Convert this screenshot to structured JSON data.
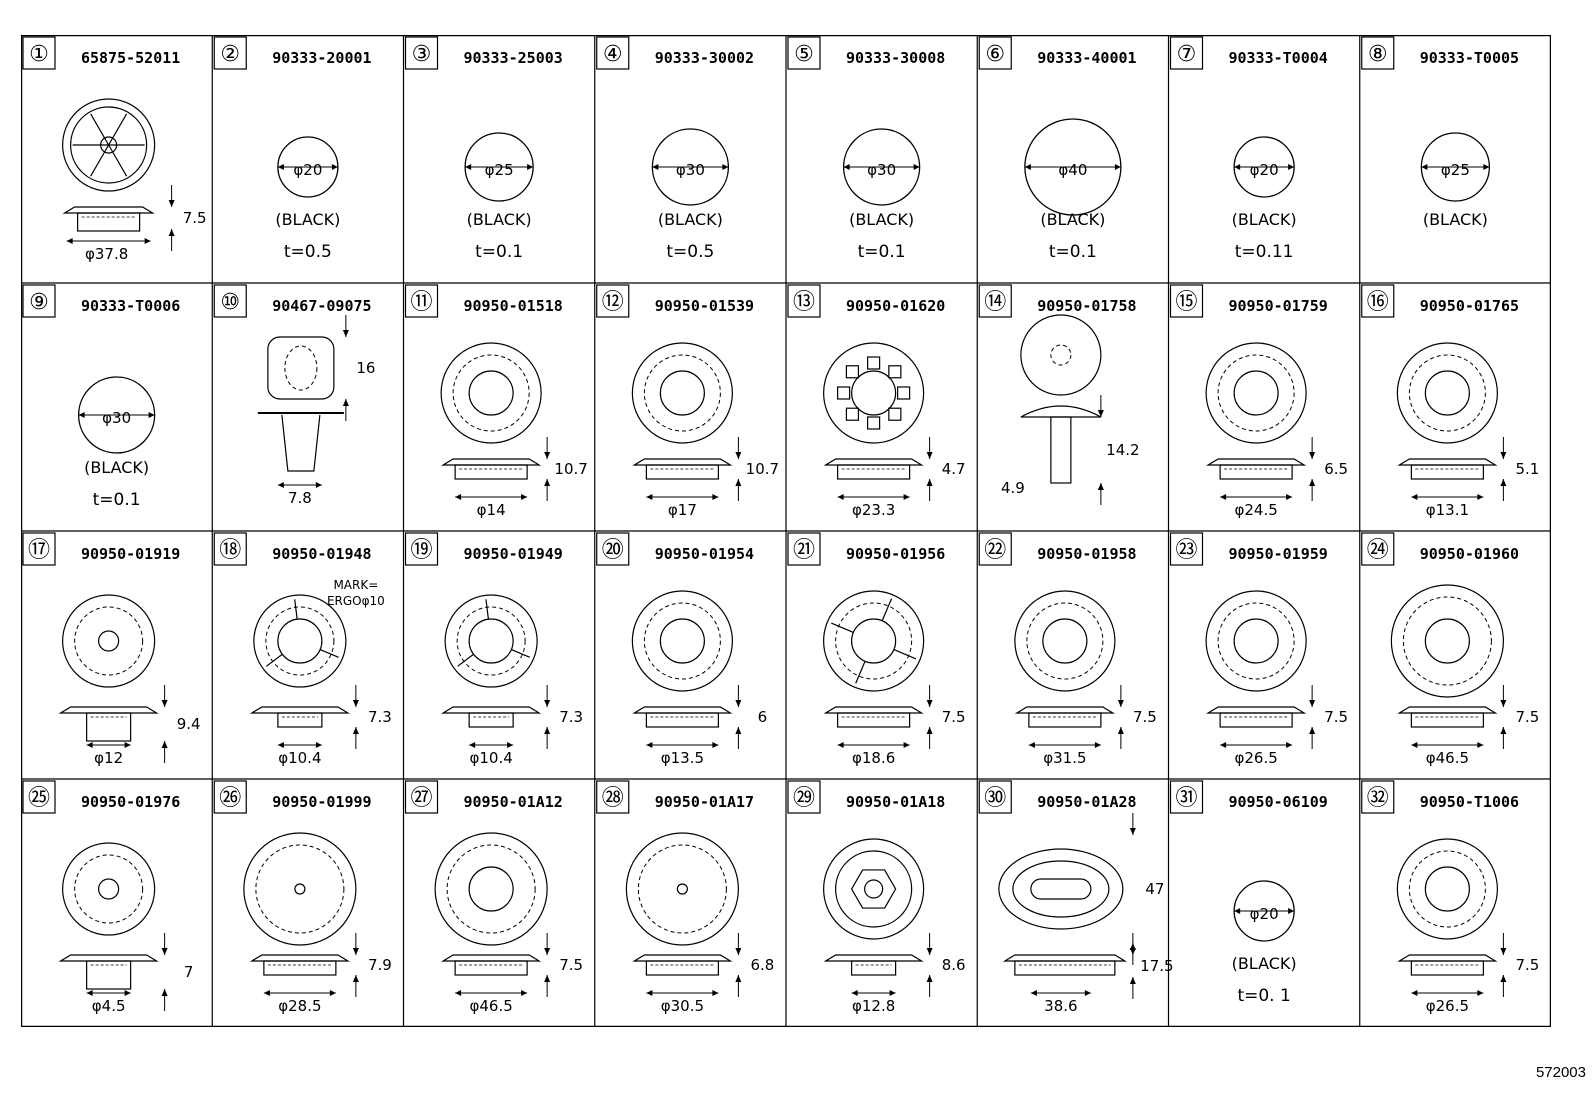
{
  "footer_code": "572003",
  "parts": [
    {
      "idx": "①",
      "pn": "65875-52011",
      "fig": "grommet_spokes",
      "dims": [
        "φ37.8",
        "7.5"
      ],
      "note": "",
      "t": ""
    },
    {
      "idx": "②",
      "pn": "90333-20001",
      "fig": "disk",
      "dims": [
        "φ20"
      ],
      "note": "(BLACK)",
      "t": "t=0.5"
    },
    {
      "idx": "③",
      "pn": "90333-25003",
      "fig": "disk",
      "dims": [
        "φ25"
      ],
      "note": "(BLACK)",
      "t": "t=0.1"
    },
    {
      "idx": "④",
      "pn": "90333-30002",
      "fig": "disk",
      "dims": [
        "φ30"
      ],
      "note": "(BLACK)",
      "t": "t=0.5"
    },
    {
      "idx": "⑤",
      "pn": "90333-30008",
      "fig": "disk",
      "dims": [
        "φ30"
      ],
      "note": "(BLACK)",
      "t": "t=0.1"
    },
    {
      "idx": "⑥",
      "pn": "90333-40001",
      "fig": "disk_large",
      "dims": [
        "φ40"
      ],
      "note": "(BLACK)",
      "t": "t=0.1"
    },
    {
      "idx": "⑦",
      "pn": "90333-T0004",
      "fig": "disk",
      "dims": [
        "φ20"
      ],
      "note": "(BLACK)",
      "t": "t=0.11"
    },
    {
      "idx": "⑧",
      "pn": "90333-T0005",
      "fig": "disk",
      "dims": [
        "φ25"
      ],
      "note": "(BLACK)",
      "t": ""
    },
    {
      "idx": "⑨",
      "pn": "90333-T0006",
      "fig": "disk",
      "dims": [
        "φ30"
      ],
      "note": "(BLACK)",
      "t": "t=0.1"
    },
    {
      "idx": "⑩",
      "pn": "90467-09075",
      "fig": "clip",
      "dims": [
        "16",
        "7.8"
      ],
      "note": "",
      "t": ""
    },
    {
      "idx": "⑪",
      "pn": "90950-01518",
      "fig": "plug",
      "dims": [
        "10.7",
        "φ14"
      ],
      "note": "",
      "t": ""
    },
    {
      "idx": "⑫",
      "pn": "90950-01539",
      "fig": "plug",
      "dims": [
        "10.7",
        "φ17"
      ],
      "note": "",
      "t": ""
    },
    {
      "idx": "⑬",
      "pn": "90950-01620",
      "fig": "gear",
      "dims": [
        "4.7",
        "φ23.3"
      ],
      "note": "",
      "t": ""
    },
    {
      "idx": "⑭",
      "pn": "90950-01758",
      "fig": "pushpin",
      "dims": [
        "14.2",
        "4.9"
      ],
      "note": "",
      "t": ""
    },
    {
      "idx": "⑮",
      "pn": "90950-01759",
      "fig": "ring",
      "dims": [
        "6.5",
        "φ24.5"
      ],
      "note": "",
      "t": ""
    },
    {
      "idx": "⑯",
      "pn": "90950-01765",
      "fig": "ring",
      "dims": [
        "5.1",
        "φ13.1"
      ],
      "note": "",
      "t": ""
    },
    {
      "idx": "⑰",
      "pn": "90950-01919",
      "fig": "tall",
      "dims": [
        "9.4",
        "φ12"
      ],
      "note": "",
      "t": ""
    },
    {
      "idx": "⑱",
      "pn": "90950-01948",
      "fig": "slotted",
      "dims": [
        "7.3",
        "φ10.4"
      ],
      "note": "MARK=\nERGOφ10",
      "t": ""
    },
    {
      "idx": "⑲",
      "pn": "90950-01949",
      "fig": "slotted",
      "dims": [
        "7.3",
        "φ10.4"
      ],
      "note": "",
      "t": ""
    },
    {
      "idx": "⑳",
      "pn": "90950-01954",
      "fig": "ring",
      "dims": [
        "6",
        "φ13.5"
      ],
      "note": "",
      "t": ""
    },
    {
      "idx": "㉑",
      "pn": "90950-01956",
      "fig": "ring4",
      "dims": [
        "7.5",
        "φ18.6"
      ],
      "note": "",
      "t": ""
    },
    {
      "idx": "㉒",
      "pn": "90950-01958",
      "fig": "ring",
      "dims": [
        "7.5",
        "φ31.5"
      ],
      "note": "",
      "t": ""
    },
    {
      "idx": "㉓",
      "pn": "90950-01959",
      "fig": "ring",
      "dims": [
        "7.5",
        "φ26.5"
      ],
      "note": "",
      "t": ""
    },
    {
      "idx": "㉔",
      "pn": "90950-01960",
      "fig": "ring_large",
      "dims": [
        "7.5",
        "φ46.5"
      ],
      "note": "",
      "t": ""
    },
    {
      "idx": "㉕",
      "pn": "90950-01976",
      "fig": "tall",
      "dims": [
        "7",
        "φ4.5"
      ],
      "note": "",
      "t": ""
    },
    {
      "idx": "㉖",
      "pn": "90950-01999",
      "fig": "ring_dot",
      "dims": [
        "7.9",
        "φ28.5"
      ],
      "note": "",
      "t": ""
    },
    {
      "idx": "㉗",
      "pn": "90950-01A12",
      "fig": "ring_large",
      "dims": [
        "7.5",
        "φ46.5"
      ],
      "note": "",
      "t": ""
    },
    {
      "idx": "㉘",
      "pn": "90950-01A17",
      "fig": "ring_dot",
      "dims": [
        "6.8",
        "φ30.5"
      ],
      "note": "",
      "t": ""
    },
    {
      "idx": "㉙",
      "pn": "90950-01A18",
      "fig": "hex",
      "dims": [
        "8.6",
        "φ12.8"
      ],
      "note": "",
      "t": ""
    },
    {
      "idx": "㉚",
      "pn": "90950-01A28",
      "fig": "oval",
      "dims": [
        "47",
        "17.5",
        "38.6"
      ],
      "note": "",
      "t": ""
    },
    {
      "idx": "㉛",
      "pn": "90950-06109",
      "fig": "disk",
      "dims": [
        "φ20"
      ],
      "note": "(BLACK)",
      "t": "t=0. 1"
    },
    {
      "idx": "㉜",
      "pn": "90950-T1006",
      "fig": "ring",
      "dims": [
        "7.5",
        "φ26.5"
      ],
      "note": "",
      "t": ""
    }
  ]
}
